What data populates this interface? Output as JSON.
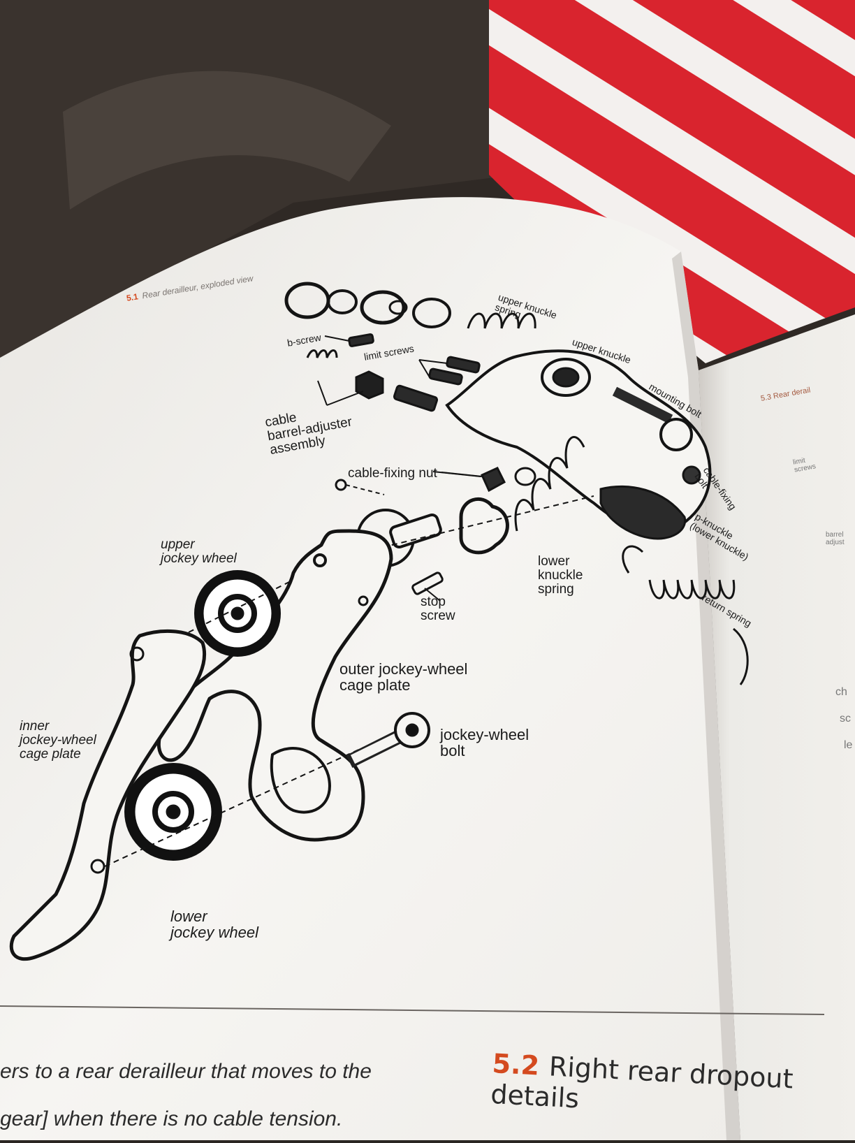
{
  "page_header": {
    "number": "5.1",
    "title": "Rear derailleur, exploded view"
  },
  "labels": {
    "upper_knuckle_spring": "upper knuckle\nspring",
    "upper_knuckle": "upper knuckle",
    "b_screw": "b-screw",
    "limit_screws": "limit screws",
    "mounting_bolt": "mounting bolt",
    "cable_barrel_adjuster": "cable\nbarrel-adjuster\nassembly",
    "cable_fixing_nut": "cable-fixing nut",
    "cable_fixing_bolt": "cable-fixing\nbolt",
    "p_knuckle": "p-knuckle\n(lower knuckle)",
    "upper_jockey_wheel": "upper\njockey wheel",
    "lower_knuckle_spring": "lower\nknuckle\nspring",
    "return_spring": "return spring",
    "stop_screw": "stop\nscrew",
    "outer_cage_plate": "outer jockey-wheel\ncage plate",
    "inner_cage_plate": "inner\njockey-wheel\ncage plate",
    "jockey_wheel_bolt": "jockey-wheel\nbolt",
    "lower_jockey_wheel": "lower\njockey wheel"
  },
  "caption_left": {
    "line1": "ers to a rear derailleur that moves to the",
    "line2": "gear] when there is no cable tension."
  },
  "caption_right": {
    "number": "5.2",
    "title": "Right rear dropout details"
  },
  "right_page": {
    "header_number": "5.3",
    "header_text": "Rear derail",
    "limit_screws": "limit\nscrews",
    "barrel": "barrel\nadjust",
    "frag1": "ch",
    "frag2": "sc",
    "frag3": "le"
  },
  "colors": {
    "accent": "#d44a1f",
    "ink": "#1b1b1b",
    "paper": "#f4f2ee"
  }
}
